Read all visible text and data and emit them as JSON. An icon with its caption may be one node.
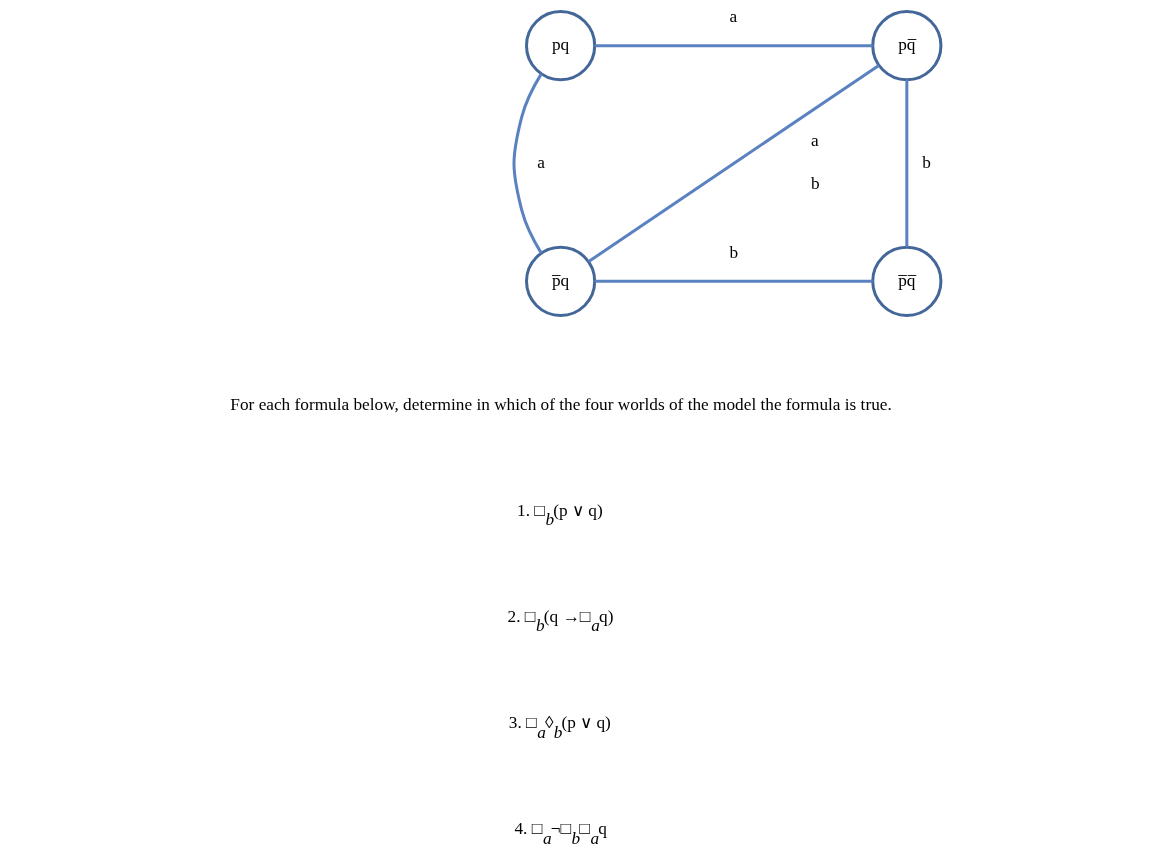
{
  "diagram": {
    "nodes": [
      {
        "text": [
          "pq"
        ]
      },
      {
        "text": [
          "pq̅"
        ]
      },
      {
        "text": [
          "p̅q"
        ]
      },
      {
        "text": [
          "p̅q̅"
        ]
      }
    ],
    "edges": [
      {
        "from": 0,
        "to": 1,
        "arrow": "none",
        "label": "a"
      },
      {
        "from": 0,
        "to": 2,
        "arrow": "none",
        "label": "a"
      },
      {
        "from": 1,
        "to": 2,
        "arrow": "none",
        "label": "a b"
      },
      {
        "from": 1,
        "to": 3,
        "arrow": "none",
        "label": "b"
      },
      {
        "from": 2,
        "to": 3,
        "arrow": "none",
        "label": "b"
      }
    ],
    "labels": [
      "For each formula below, determine in which of the four worlds of the model the formula is true.",
      "1. □$_{b}$(p ∨ q)",
      "2. □$_{b}$(q →□$_{a}$q)",
      "3. □$_{a}$◊$_{b}$(p ∨ q)",
      "4. □$_{a}$¬□$_{b}$□$_{a}$q"
    ]
  }
}
